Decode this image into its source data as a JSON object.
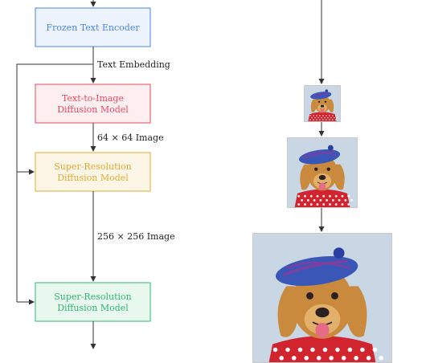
{
  "nodes": {
    "encoder": {
      "label_lines": [
        "Frozen Text Encoder"
      ],
      "color": "#4a86e8",
      "fill": "#ecf3fd"
    },
    "diffusion": {
      "label_lines": [
        "Text-to-Image",
        "Diffusion Model"
      ],
      "color": "#e84a5f",
      "fill": "#fdeef0"
    },
    "sr1": {
      "label_lines": [
        "Super-Resolution",
        "Diffusion Model"
      ],
      "color": "#e6a92f",
      "fill": "#fdf6e6"
    },
    "sr2": {
      "label_lines": [
        "Super-Resolution",
        "Diffusion Model"
      ],
      "color": "#2eb872",
      "fill": "#e9f8ef"
    }
  },
  "edges": {
    "embedding": "Text Embedding",
    "img64": "64 × 64 Image",
    "img256": "256 × 256 Image"
  },
  "colors": {
    "line": "#333333",
    "sky": "#c9d6e3",
    "fur": "#c98a3d",
    "fur_light": "#e2b06b",
    "beret": "#3a57b8",
    "beret_tartan": "#7a3fa0",
    "beret_pom": "#2b3fa0",
    "scarf": "#d2242f",
    "dots": "#ffffff",
    "nose": "#2b2020",
    "tongue": "#e86b86"
  }
}
